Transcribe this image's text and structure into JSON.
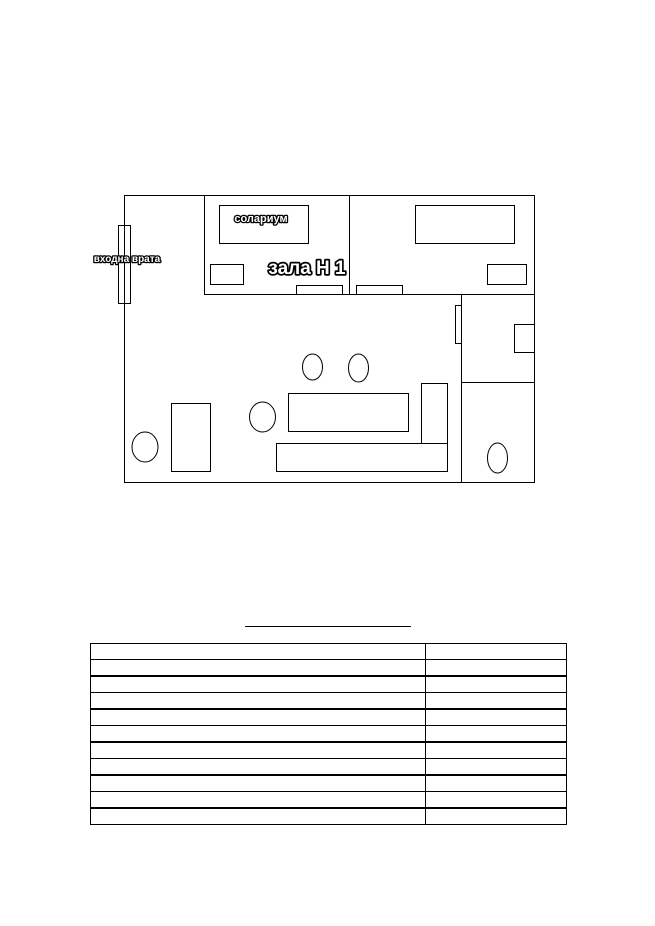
{
  "floorplan": {
    "labels": {
      "entrance": "входна врата",
      "solarium": "солариум",
      "hall": "зала Н 1"
    }
  },
  "legend_table": {
    "rows": [
      [
        "",
        ""
      ],
      [
        "",
        ""
      ],
      [
        "",
        ""
      ],
      [
        "",
        ""
      ],
      [
        "",
        ""
      ],
      [
        "",
        ""
      ],
      [
        "",
        ""
      ],
      [
        "",
        ""
      ],
      [
        "",
        ""
      ],
      [
        "",
        ""
      ],
      [
        "",
        ""
      ]
    ]
  },
  "colors": {
    "line": "#000000",
    "background": "#ffffff"
  }
}
